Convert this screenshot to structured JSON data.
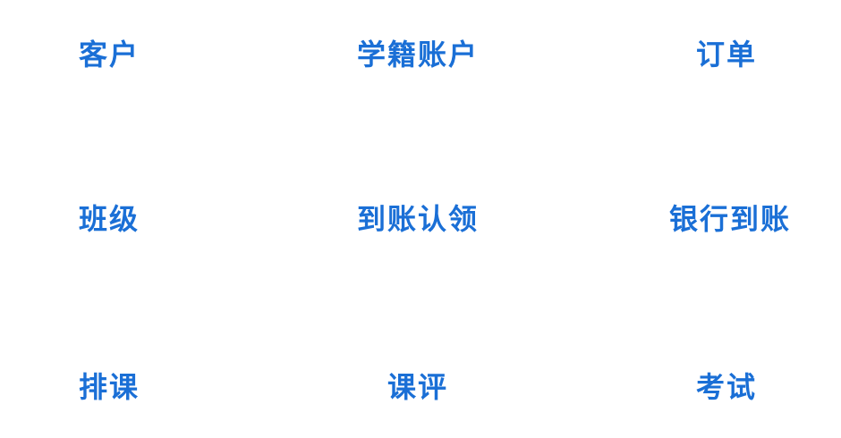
{
  "accent_color": "#1a6fd6",
  "menu": {
    "items": [
      {
        "label": "客户"
      },
      {
        "label": "学籍账户"
      },
      {
        "label": "订单"
      },
      {
        "label": "班级"
      },
      {
        "label": "到账认领"
      },
      {
        "label": "银行到账"
      },
      {
        "label": "排课"
      },
      {
        "label": "课评"
      },
      {
        "label": "考试"
      }
    ]
  }
}
